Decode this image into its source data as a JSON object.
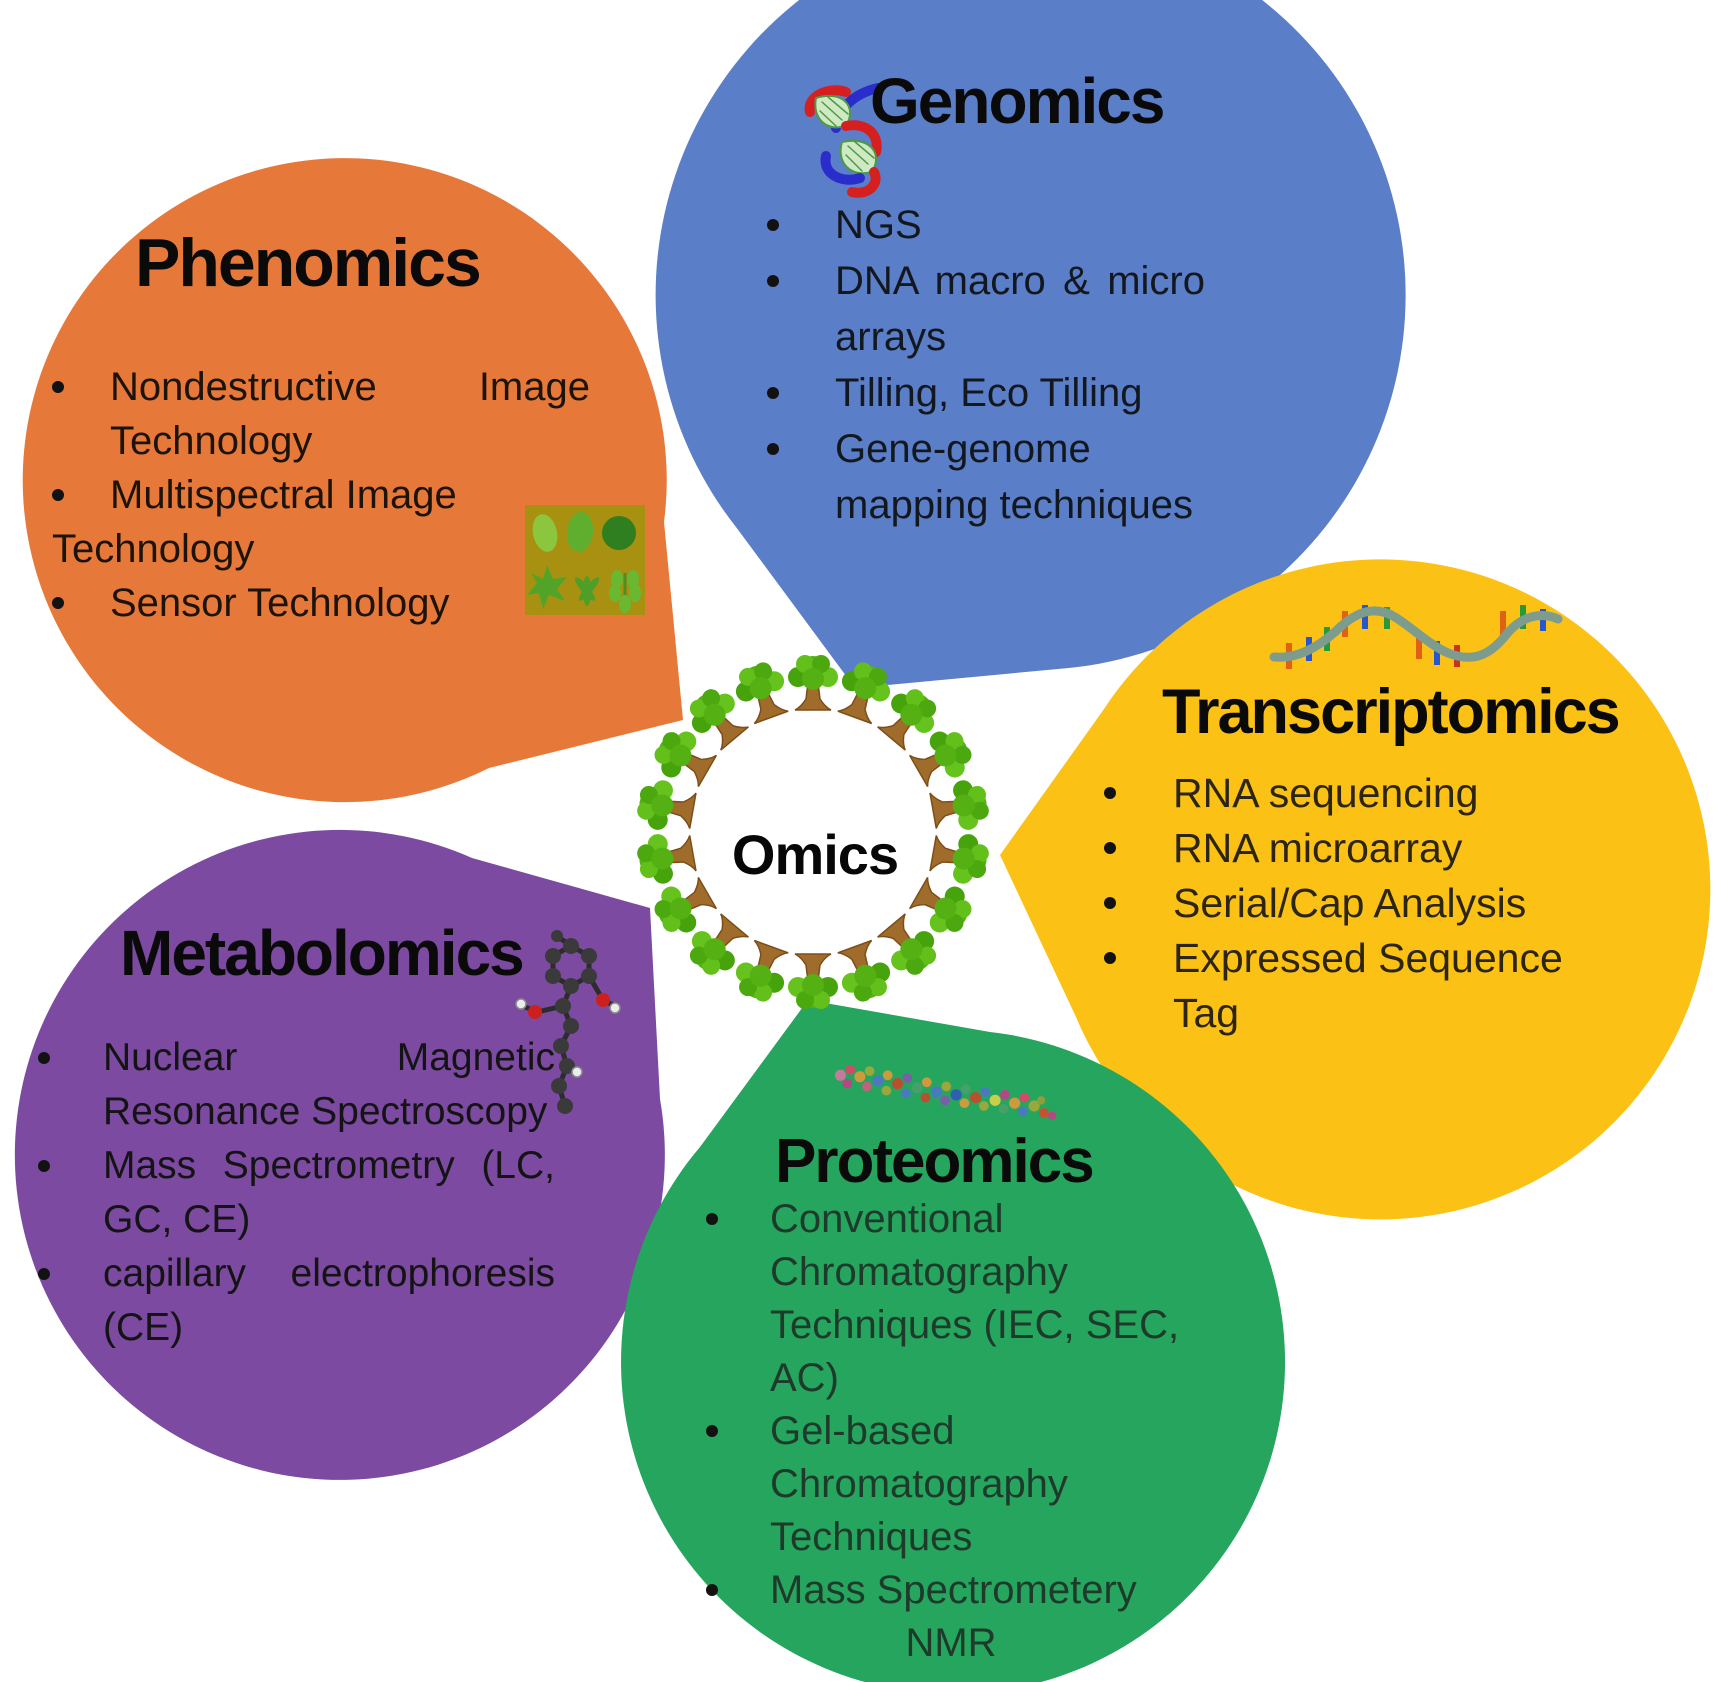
{
  "diagram": {
    "center_label": "Omics",
    "petals": {
      "genomics": {
        "title": "Genomics",
        "color": "#5b7ec8",
        "icon": "dna-helix-icon",
        "bullets": [
          "NGS",
          "DNA macro & micro arrays",
          "Tilling, Eco Tilling",
          "Gene-genome mapping techniques"
        ]
      },
      "phenomics": {
        "title": "Phenomics",
        "color": "#e6793a",
        "icon": "leaves-icon",
        "bullets": [
          "Nondestructive Image Technology",
          "Multispectral Image",
          "Technology",
          "Sensor Technology"
        ]
      },
      "transcriptomics": {
        "title": "Transcriptomics",
        "color": "#fcc115",
        "icon": "rna-strand-icon",
        "bullets": [
          "RNA sequencing",
          "RNA microarray",
          "Serial/Cap Analysis",
          "Expressed Sequence Tag"
        ]
      },
      "metabolomics": {
        "title": "Metabolomics",
        "color": "#7c4aa0",
        "icon": "molecule-icon",
        "bullets": [
          "Nuclear Magnetic Resonance Spectroscopy",
          "Mass Spectrometry (LC, GC, CE)",
          "capillary electrophoresis (CE)"
        ]
      },
      "proteomics": {
        "title": "Proteomics",
        "color": "#26a55f",
        "icon": "protein-structure-icon",
        "bullets": [
          "Conventional Chromatography Techniques (IEC, SEC, AC)",
          "Gel-based Chromatography Techniques",
          "Mass Spectrometery",
          "NMR"
        ]
      }
    }
  }
}
